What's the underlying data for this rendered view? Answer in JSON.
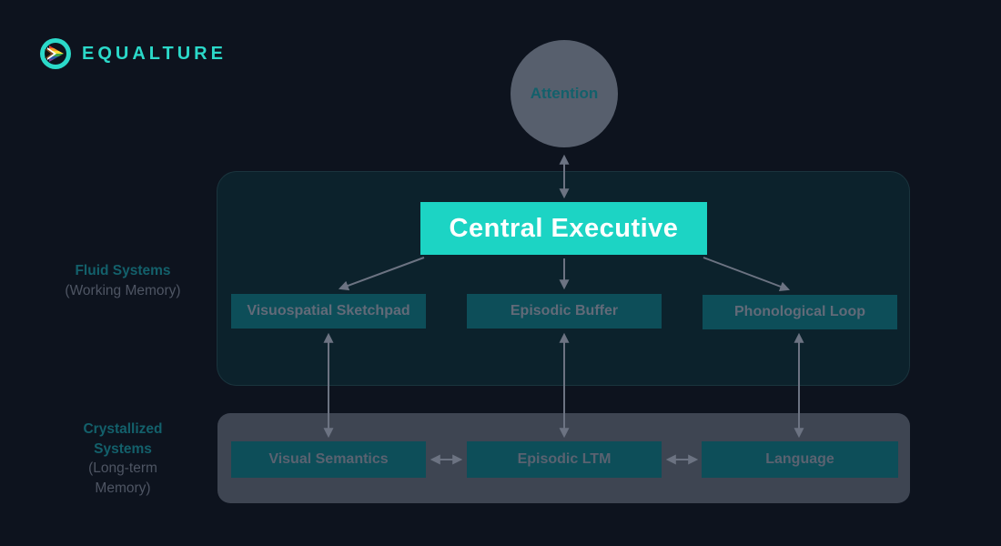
{
  "colors": {
    "background": "#0D131E",
    "accent_teal": "#1CD4C4",
    "panel_fluid": "#0C222C",
    "panel_crystallized": "#3E4552",
    "node_teal": "#0D4E59",
    "node_text": "#626A78",
    "node_text_dim": "#5A6270",
    "attention_circle": "#575F6D",
    "label_teal": "#13606B",
    "label_gray": "#4E5563",
    "arrow": "#6C7382",
    "logo_teal": "#2BD9C9"
  },
  "logo": {
    "text": "EQUALTURE",
    "icon": "equalture-pride-circle-icon"
  },
  "diagram": {
    "attention": {
      "label": "Attention"
    },
    "central_executive": {
      "label": "Central Executive"
    },
    "fluid_label": {
      "title": "Fluid Systems",
      "subtitle": "(Working Memory)"
    },
    "crystallized_label": {
      "title": "Crystallized Systems",
      "subtitle": "(Long-term Memory)"
    },
    "working_memory_nodes": [
      {
        "label": "Visuospatial Sketchpad"
      },
      {
        "label": "Episodic Buffer"
      },
      {
        "label": "Phonological Loop"
      }
    ],
    "long_term_nodes": [
      {
        "label": "Visual Semantics"
      },
      {
        "label": "Episodic LTM"
      },
      {
        "label": "Language"
      }
    ]
  }
}
